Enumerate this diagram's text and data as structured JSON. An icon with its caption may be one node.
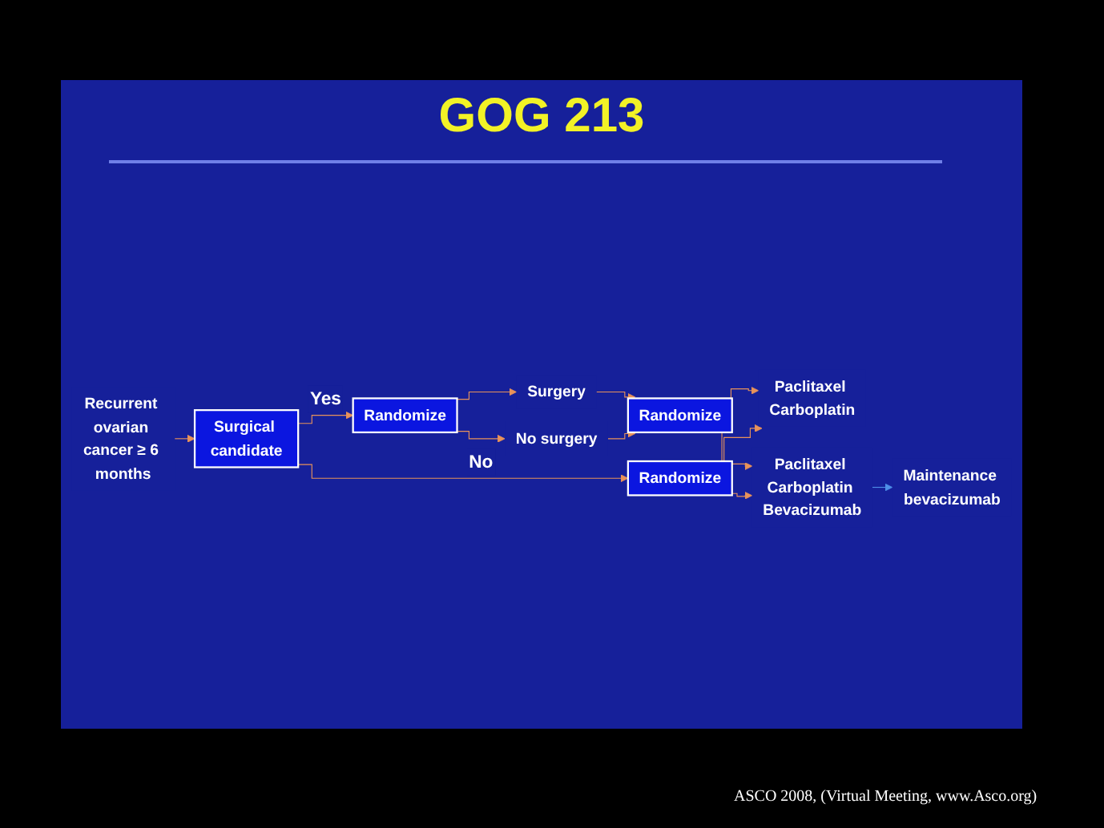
{
  "diagram": {
    "title": "GOG 213",
    "caption": "ASCO 2008, (Virtual Meeting, www.Asco.org)",
    "nodes": [
      {
        "text": [
          "Recurrent ovarian cancer ≥ 6 months"
        ]
      },
      {
        "text": [
          "Surgical candidate"
        ]
      },
      {
        "text": [
          "Randomize"
        ]
      },
      {
        "text": [
          "Surgery"
        ]
      },
      {
        "text": [
          "Randomize"
        ]
      },
      {
        "text": [
          "No surgery"
        ]
      },
      {
        "text": [
          "Randomize"
        ]
      },
      {
        "text": [
          "Paclitaxel Carboplatin"
        ]
      },
      {
        "text": [
          "Paclitaxel Carboplatin Bevacizumab"
        ]
      },
      {
        "text": [
          "Maintenance bevacizumab"
        ]
      }
    ],
    "edges": [
      {
        "from": 0,
        "to": 1,
        "arrow": "to"
      },
      {
        "from": 1,
        "to": 2,
        "arrow": "to",
        "label": "Yes"
      },
      {
        "from": 1,
        "to": 6,
        "arrow": "to",
        "label": "No"
      },
      {
        "from": 2,
        "to": 3,
        "arrow": "to"
      },
      {
        "from": 2,
        "to": 5,
        "arrow": "to"
      },
      {
        "from": 3,
        "to": 4,
        "arrow": "to"
      },
      {
        "from": 5,
        "to": 4,
        "arrow": "to"
      },
      {
        "from": 4,
        "to": 7,
        "arrow": "to"
      },
      {
        "from": 4,
        "to": 8,
        "arrow": "to"
      },
      {
        "from": 6,
        "to": 7,
        "arrow": "to"
      },
      {
        "from": 6,
        "to": 8,
        "arrow": "to"
      },
      {
        "from": 8,
        "to": 9,
        "arrow": "to",
        "color": "#4f8fe8"
      }
    ]
  }
}
